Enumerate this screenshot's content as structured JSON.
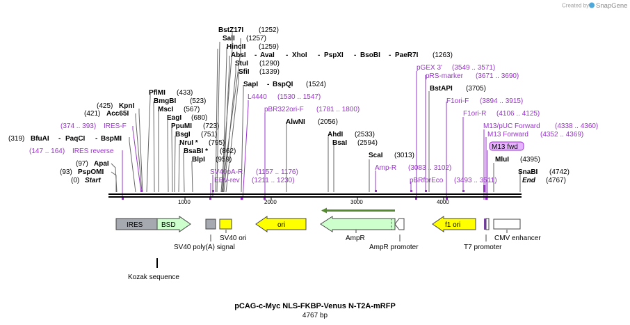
{
  "watermark": {
    "prefix": "Created by",
    "brand": "SnapGene"
  },
  "title": "pCAG-c-Myc NLS-FKBP-Venus N-T2A-mRFP",
  "length_label": "4767 bp",
  "ruler_ticks": [
    "1000",
    "2000",
    "3000",
    "4000"
  ],
  "colors": {
    "enzyme": "#000000",
    "primer": "#9933cc",
    "backbone": "#000000",
    "ires": "#a6a9b0",
    "bsd": "#ccffcc",
    "ori": "#ffff00",
    "ampr": "#ccffcc",
    "f1": "#ffff00",
    "white": "#ffffff",
    "m13fwd_bg": "#e6b3ff"
  },
  "left_sites": [
    {
      "name": "KpnI",
      "pos": "(425)"
    },
    {
      "name": "Acc65I",
      "pos": "(421)"
    },
    {
      "name": "BfuAI",
      "pos": "(319)",
      "extra": [
        "PaqCI",
        "BspMI"
      ]
    },
    {
      "name": "ApaI",
      "pos": "(97)"
    },
    {
      "name": "PspOMI",
      "pos": "(93)"
    },
    {
      "name": "Start",
      "pos": "(0)"
    }
  ],
  "left_primers": [
    {
      "name": "IRES-F",
      "pos": "(374 .. 393)"
    },
    {
      "name": "IRES reverse",
      "pos": "(147 .. 164)"
    }
  ],
  "stack_sites": [
    {
      "name": "BstZ17I",
      "pos": "(1252)"
    },
    {
      "name": "SalI",
      "pos": "(1257)"
    },
    {
      "name": "HincII",
      "pos": "(1259)"
    },
    {
      "name": "AbsI",
      "pos": "(1263)",
      "extra": [
        "AvaI",
        "XhoI",
        "PspXI",
        "BsoBI",
        "PaeR7I"
      ]
    },
    {
      "name": "StuI",
      "pos": "(1290)"
    },
    {
      "name": "SfiI",
      "pos": "(1339)"
    },
    {
      "name": "SapI",
      "pos": "(1524)",
      "extra": [
        "BspQI"
      ]
    },
    {
      "name": "PflMI",
      "pos": "(433)"
    },
    {
      "name": "BmgBI",
      "pos": "(523)"
    },
    {
      "name": "MscI",
      "pos": "(567)"
    },
    {
      "name": "EagI",
      "pos": "(680)"
    },
    {
      "name": "PpuMI",
      "pos": "(723)"
    },
    {
      "name": "BsgI",
      "pos": "(751)"
    },
    {
      "name": "NruI *",
      "pos": "(795)"
    },
    {
      "name": "BsaBI *",
      "pos": "(862)"
    },
    {
      "name": "BlpI",
      "pos": "(959)"
    },
    {
      "name": "AlwNI",
      "pos": "(2056)"
    },
    {
      "name": "AhdI",
      "pos": "(2533)"
    },
    {
      "name": "BsaI",
      "pos": "(2594)"
    },
    {
      "name": "ScaI",
      "pos": "(3013)"
    },
    {
      "name": "BstAPI",
      "pos": "(3705)"
    },
    {
      "name": "MluI",
      "pos": "(4395)"
    },
    {
      "name": "SnaBI",
      "pos": "(4742)"
    },
    {
      "name": "End",
      "pos": "(4767)"
    }
  ],
  "primers": [
    {
      "name": "L4440",
      "pos": "(1530 .. 1547)"
    },
    {
      "name": "pBR322ori-F",
      "pos": "(1781 .. 1800)"
    },
    {
      "name": "SV40pA-R",
      "pos": "(1157 .. 1176)"
    },
    {
      "name": "EBV-rev",
      "pos": "(1211 .. 1230)"
    },
    {
      "name": "Amp-R",
      "pos": ""
    },
    {
      "name": "pGEX 3'",
      "pos": "(3549 .. 3571)"
    },
    {
      "name": "pRS-marker",
      "pos": "(3671 .. 3690)"
    },
    {
      "name": "F1ori-F",
      "pos": "(3894 .. 3915)"
    },
    {
      "name": "F1ori-R",
      "pos": "(4106 .. 4125)"
    },
    {
      "name": "M13/pUC Forward",
      "pos": "(4338 .. 4360)"
    },
    {
      "name": "M13 Forward",
      "pos": "(4352 .. 4369)"
    },
    {
      "name": "M13 fwd",
      "pos": ""
    },
    {
      "name": "pBRforEco",
      "pos": "(3083 .. 3102)"
    },
    {
      "name": "",
      "pos": "(3493 .. 3511)"
    }
  ],
  "features": {
    "ires": "IRES",
    "bsd": "BSD",
    "sv40_polya": "SV40 poly(A) signal",
    "sv40_ori": "SV40 ori",
    "ori": "ori",
    "ampr": "AmpR",
    "ampr_promoter": "AmpR promoter",
    "f1_ori": "f1 ori",
    "t7_promoter": "T7 promoter",
    "cmv_enhancer": "CMV enhancer",
    "kozak": "Kozak sequence"
  }
}
